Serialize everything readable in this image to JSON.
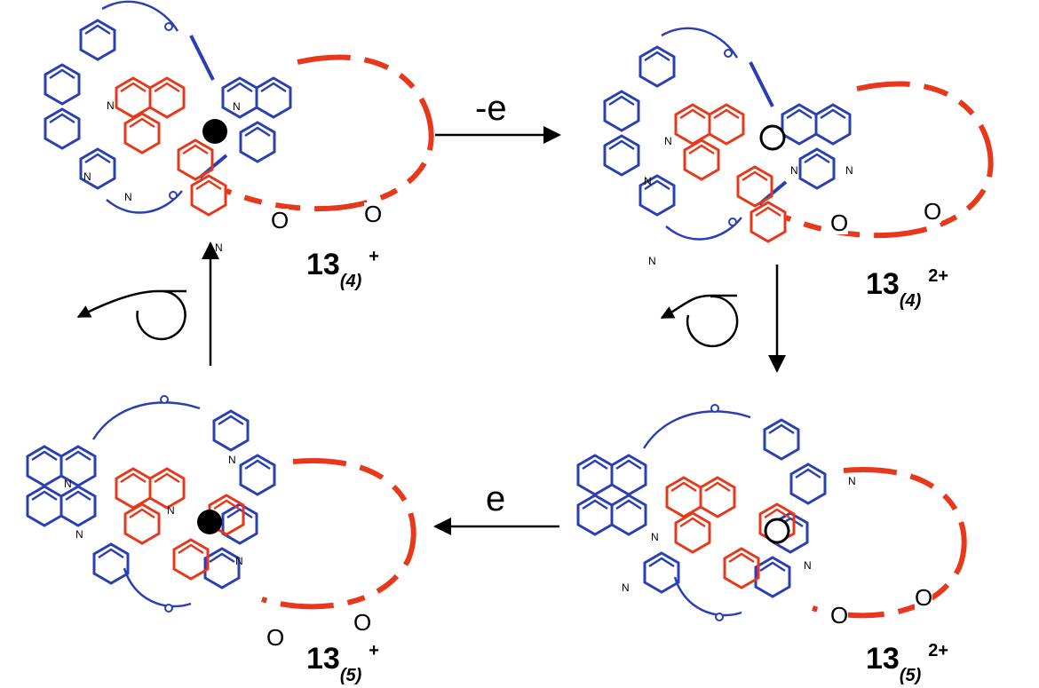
{
  "compounds": [
    {
      "key": "tl",
      "number": "13",
      "sub": "(4)",
      "charge": "+",
      "metal_state": "filled"
    },
    {
      "key": "tr",
      "number": "13",
      "sub": "(4)",
      "charge": "2+",
      "metal_state": "open"
    },
    {
      "key": "br",
      "number": "13",
      "sub": "(5)",
      "charge": "2+",
      "metal_state": "open"
    },
    {
      "key": "bl",
      "number": "13",
      "sub": "(5)",
      "charge": "+",
      "metal_state": "filled"
    }
  ],
  "steps": {
    "oxidation": "-e",
    "reduction": "e"
  },
  "atom_labels": {
    "nitrogen": "N",
    "oxygen": "O"
  },
  "colors": {
    "blue_ring": "#2b3fb5",
    "red_ring": "#e8381b",
    "black": "#000000"
  }
}
